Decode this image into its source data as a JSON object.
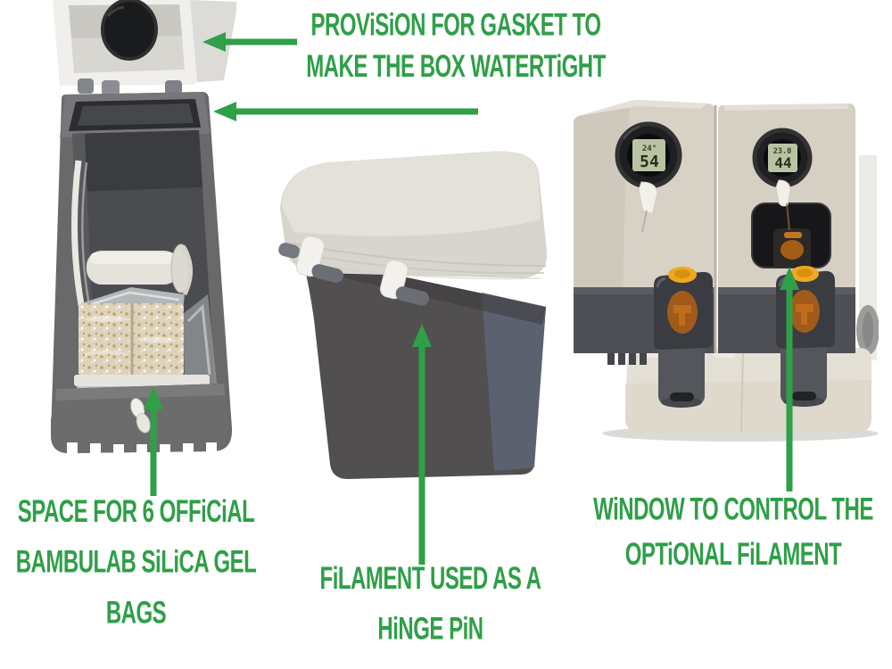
{
  "image": {
    "description": "Annotated product photos of a 3D-printed filament dry box system",
    "background": "#ffffff"
  },
  "colors": {
    "annotation_green": "#2f9f48",
    "open_box_gray": "#69696a",
    "closed_box_gray": "#514f50",
    "lid_light_gray": "#d8d5ce",
    "tower_cream": "#d6cfc4",
    "cap_orange": "#f0a81e",
    "lcd_green": "#b9c3a2"
  },
  "annotations": {
    "gasket": {
      "lines": [
        "PROViSiON FOR GASKET TO",
        "MAKE THE BOX WATERTiGHT"
      ]
    },
    "silica": {
      "lines": [
        "SPACE FOR 6 OFFiCiAL",
        "BAMBULAB SiLiCA GEL",
        "BAGS"
      ]
    },
    "hinge": {
      "lines": [
        "FiLAMENT USED AS A",
        "HiNGE PiN"
      ]
    },
    "window": {
      "lines": [
        "WiNDOW TO CONTROL THE",
        "OPTiONAL FiLAMENT"
      ]
    }
  },
  "hygrometers": {
    "left": {
      "temperature": "24°",
      "humidity": "54"
    },
    "right": {
      "temperature": "23.0",
      "humidity": "44"
    }
  },
  "arrows": [
    {
      "name": "arrow-gasket-lid",
      "direction": "left"
    },
    {
      "name": "arrow-gasket-rim",
      "direction": "left"
    },
    {
      "name": "arrow-silica-bags",
      "direction": "up"
    },
    {
      "name": "arrow-hinge-pin",
      "direction": "up"
    },
    {
      "name": "arrow-filament-window",
      "direction": "up"
    }
  ]
}
